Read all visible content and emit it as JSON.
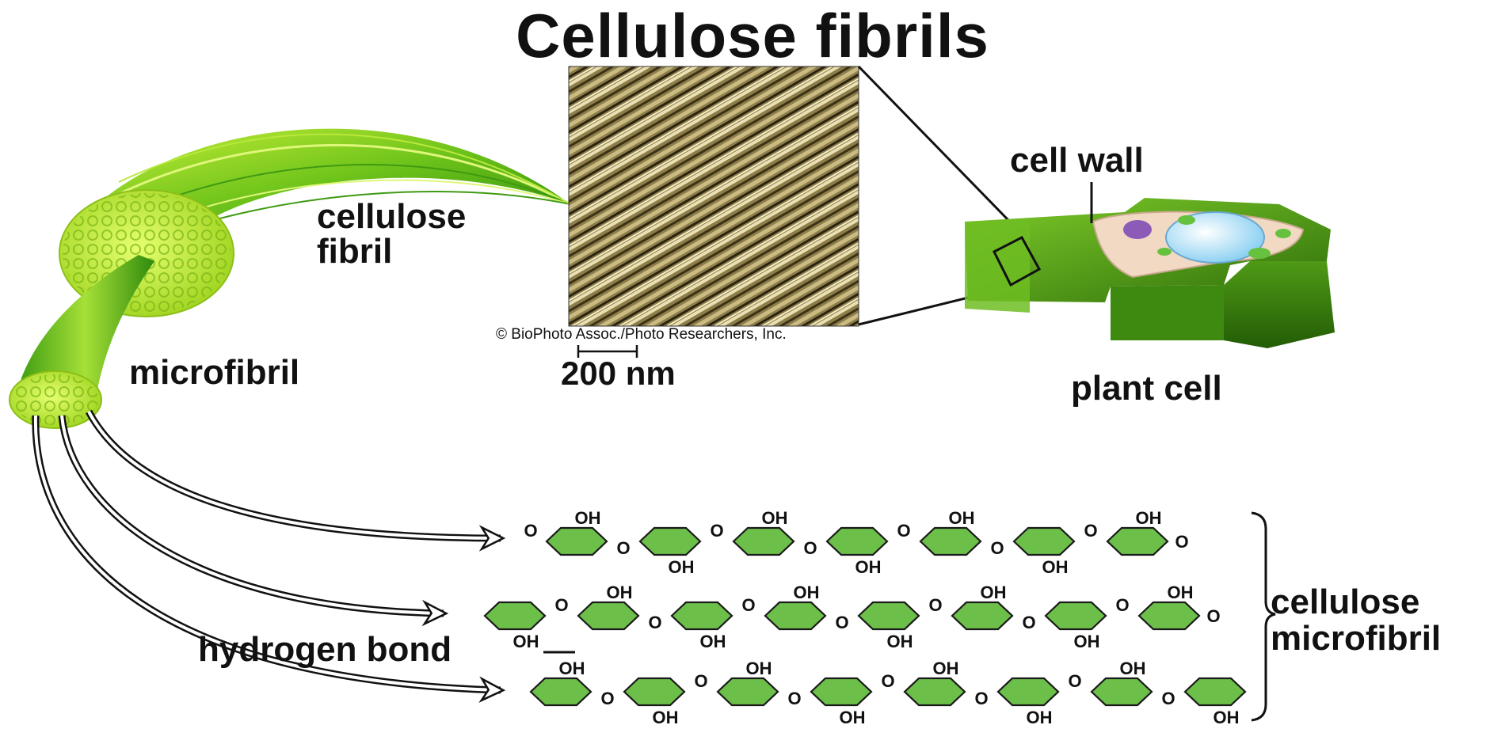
{
  "title": "Cellulose fibrils",
  "labels": {
    "cellulose_fibril_line1": "cellulose",
    "cellulose_fibril_line2": "fibril",
    "microfibril": "microfibril",
    "photo_credit": "© BioPhoto Assoc./Photo Researchers, Inc.",
    "scale_bar": "200 nm",
    "cell_wall": "cell wall",
    "plant_cell": "plant cell",
    "hydrogen_bond": "hydrogen bond",
    "cellulose_microfibril_line1": "cellulose",
    "cellulose_microfibril_line2": "microfibril"
  },
  "molecule": {
    "hydroxyl": "OH",
    "oxygen": "O"
  },
  "colors": {
    "fibril_green": "#7cc518",
    "dark_green": "#2f7d0c",
    "glucose_ring": "#6cc04a",
    "micrograph": "#8a7a4a",
    "cell_interior": "#f2d9c4"
  }
}
